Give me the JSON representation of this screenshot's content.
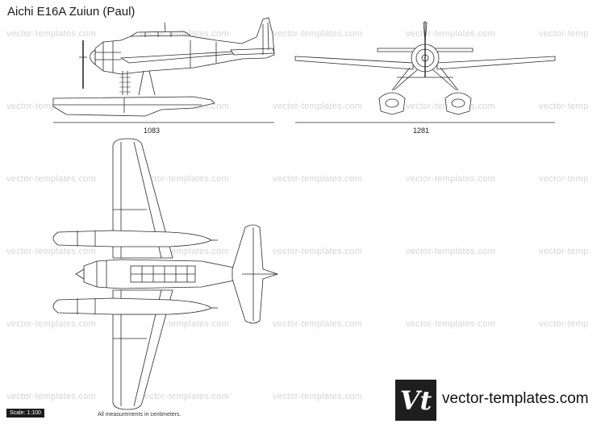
{
  "title": "Aichi E16A Zuiun (Paul)",
  "watermark_text": "vector-templates.com",
  "watermark_short": "vector-temp",
  "dimensions": {
    "side_length": "1083",
    "front_span": "1281"
  },
  "footer": {
    "scale_label": "Scale: 1:100",
    "measurement_note": "All measurements in centimeters.",
    "logo_text": "Vt",
    "brand": "vector-templates.com"
  }
}
